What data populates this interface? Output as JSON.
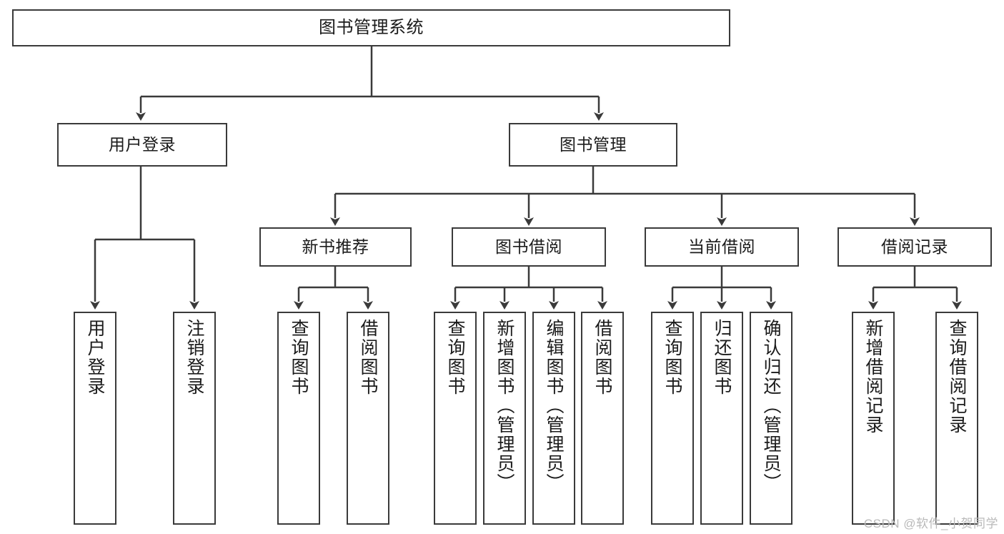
{
  "diagram": {
    "title": "图书管理系统",
    "type": "tree-hierarchy-chart",
    "watermark": "CSDN @软件_小贺同学",
    "colors": {
      "stroke": "#3a3a3a",
      "background": "#ffffff",
      "text": "#1b1b1b",
      "watermark": "#b9b9b9"
    },
    "nodes": {
      "root": {
        "label": "图书管理系统"
      },
      "level2": [
        {
          "id": "user-login",
          "label": "用户登录"
        },
        {
          "id": "book-manage",
          "label": "图书管理"
        }
      ],
      "level3": [
        {
          "id": "new-book-recommend",
          "label": "新书推荐"
        },
        {
          "id": "book-borrow",
          "label": "图书借阅"
        },
        {
          "id": "current-borrow",
          "label": "当前借阅"
        },
        {
          "id": "borrow-record",
          "label": "借阅记录"
        }
      ],
      "leaves": {
        "user_login": [
          {
            "id": "leaf-user-login",
            "label": "用户登录"
          },
          {
            "id": "leaf-logout-login",
            "label": "注销登录"
          }
        ],
        "new_book_recommend": [
          {
            "id": "leaf-query-book-1",
            "label": "查询图书"
          },
          {
            "id": "leaf-borrow-book-1",
            "label": "借阅图书"
          }
        ],
        "book_borrow": [
          {
            "id": "leaf-query-book-2",
            "label": "查询图书"
          },
          {
            "id": "leaf-add-book",
            "label": "新增图书（管理员）"
          },
          {
            "id": "leaf-edit-book",
            "label": "编辑图书（管理员）"
          },
          {
            "id": "leaf-borrow-book-2",
            "label": "借阅图书"
          }
        ],
        "current_borrow": [
          {
            "id": "leaf-query-book-3",
            "label": "查询图书"
          },
          {
            "id": "leaf-return-book",
            "label": "归还图书"
          },
          {
            "id": "leaf-confirm-return",
            "label": "确认归还（管理员）"
          }
        ],
        "borrow_record": [
          {
            "id": "leaf-add-record",
            "label": "新增借阅记录"
          },
          {
            "id": "leaf-query-record",
            "label": "查询借阅记录"
          }
        ]
      }
    }
  }
}
